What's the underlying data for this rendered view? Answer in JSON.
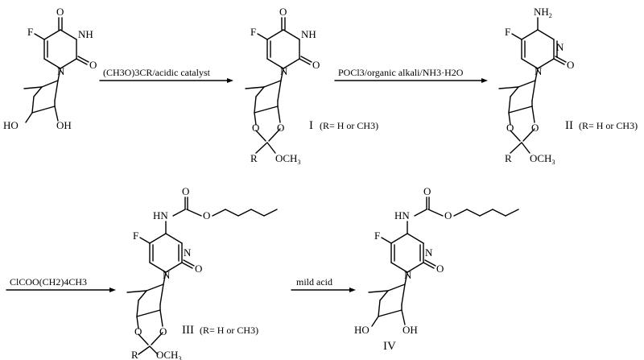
{
  "atoms": {
    "O": "O",
    "NH": "NH",
    "N": "N",
    "F": "F",
    "HO": "HO",
    "OH": "OH",
    "NH2": "NH",
    "two": "2",
    "R": "R",
    "OCH3": "OCH",
    "three": "3",
    "HN": "HN"
  },
  "labels": {
    "compound_I": "I",
    "compound_II": "II",
    "compound_III": "III",
    "compound_IV": "IV",
    "r_group": "(R= H or CH3)"
  },
  "reagents": {
    "step1": "(CH3O)3CR/acidic catalyst",
    "step2": "POCl3/organic alkali/NH3·H2O",
    "step3": "ClCOO(CH2)4CH3",
    "step4": "mild acid"
  }
}
